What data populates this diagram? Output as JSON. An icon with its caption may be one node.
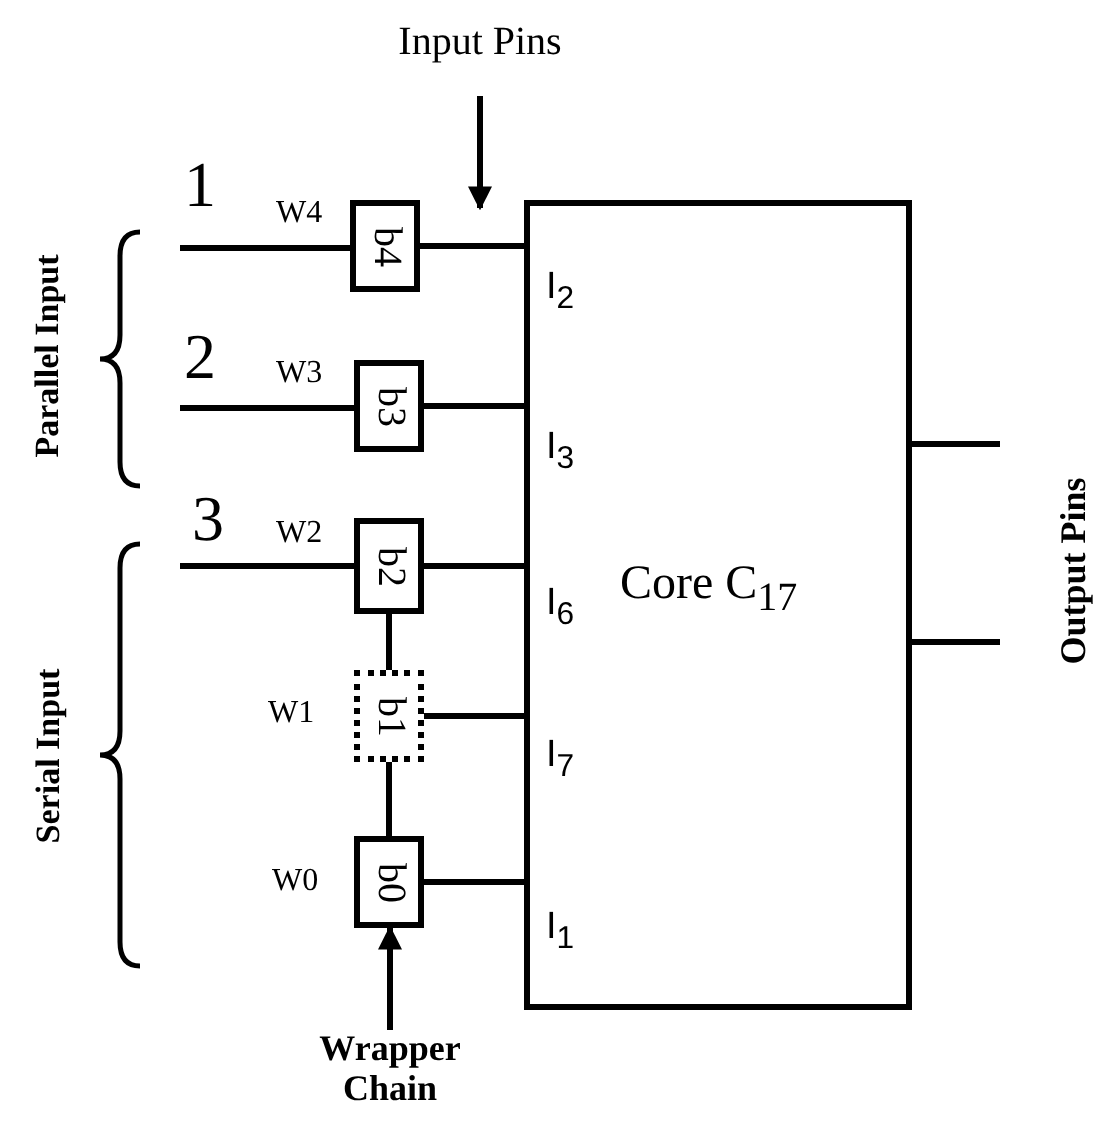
{
  "diagram": {
    "nodes": [
      {
        "text": [
          "I$_{2}$",
          "I$_{3}$",
          "I$_{6}$",
          "I$_{7}$",
          "I$_{1}$",
          "Core C$_{17}$"
        ]
      },
      {
        "text": [
          "b4"
        ],
        "beside": [
          "W4"
        ]
      },
      {
        "text": [
          "b3"
        ],
        "beside": [
          "W3"
        ]
      },
      {
        "text": [
          "b2"
        ],
        "beside": [
          "W2"
        ]
      },
      {
        "text": [
          "b1"
        ],
        "beside": [
          "W1"
        ]
      },
      {
        "text": [
          "b0"
        ],
        "beside": [
          "W0"
        ]
      },
      {
        "text": [
          "Wrapper Chain"
        ]
      },
      {
        "text": [
          "Input Pins"
        ]
      }
    ],
    "edges": [
      {
        "from": null,
        "to": 1,
        "arrow": "none"
      },
      {
        "from": 1,
        "to": 0,
        "arrow": "none"
      },
      {
        "from": null,
        "to": 2,
        "arrow": "none"
      },
      {
        "from": 2,
        "to": 0,
        "arrow": "none"
      },
      {
        "from": null,
        "to": 3,
        "arrow": "none"
      },
      {
        "from": 3,
        "to": 0,
        "arrow": "none"
      },
      {
        "from": 3,
        "to": 4,
        "arrow": "none"
      },
      {
        "from": 4,
        "to": 0,
        "arrow": "none"
      },
      {
        "from": 4,
        "to": 5,
        "arrow": "none"
      },
      {
        "from": 5,
        "to": 0,
        "arrow": "none"
      },
      {
        "from": 6,
        "to": 5,
        "arrow": "to"
      },
      {
        "from": 7,
        "to": 0,
        "arrow": "to"
      },
      {
        "from": 0,
        "to": null,
        "arrow": "none"
      },
      {
        "from": 0,
        "to": null,
        "arrow": "none"
      }
    ],
    "labels": [
      "1",
      "2",
      "3",
      "Parallel Input",
      "Serial Input",
      "Output Pins"
    ]
  }
}
